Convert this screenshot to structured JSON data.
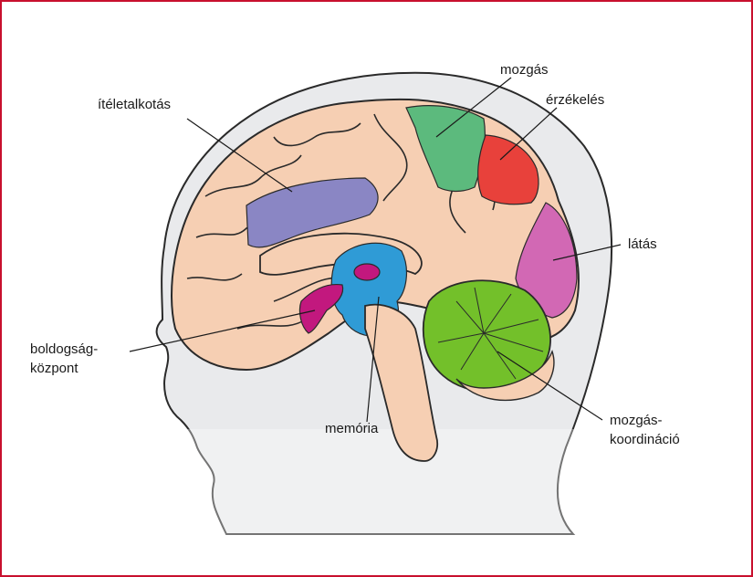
{
  "labels": {
    "judgement": "ítéletalkotás",
    "movement": "mozgás",
    "sensing": "érzékelés",
    "vision": "látás",
    "happiness_line1": "boldogság-",
    "happiness_line2": "központ",
    "memory": "memória",
    "coordination_line1": "mozgás-",
    "coordination_line2": "koordináció"
  },
  "colors": {
    "frame": "#c8102e",
    "head": "#e9eaec",
    "brain": "#f6cfb3",
    "brain_outline": "#2a2a2a",
    "judgement_region": "#8a86c4",
    "movement_region": "#5cba7d",
    "sensing_region": "#e8413b",
    "vision_region": "#d268b4",
    "happiness_region": "#c2187e",
    "memory_region": "#2f9bd6",
    "cerebellum": "#73c02a"
  }
}
